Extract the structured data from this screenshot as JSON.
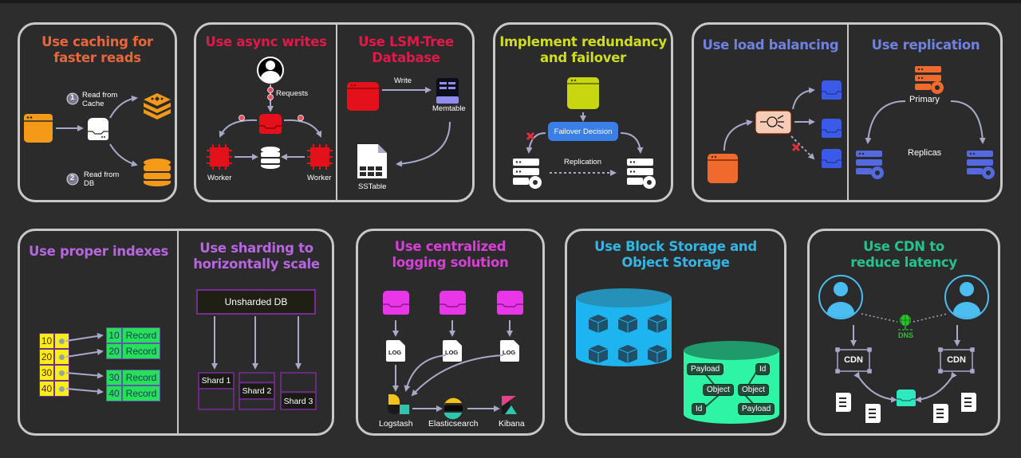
{
  "colors": {
    "background": "#2d2d2d",
    "panel_border": "#c8c8c8",
    "arrow": "#a8a8c8",
    "caching": "#e8673a",
    "async": "#e0194a",
    "redundancy": "#cfdc1f",
    "load_balancing": "#6f82e0",
    "indexes": "#b866e0",
    "logging": "#d640d6",
    "storage": "#33b5e5",
    "cdn": "#25c28f"
  },
  "panels": {
    "caching": {
      "title": "Use caching for faster reads",
      "title_line1": "Use caching for",
      "title_line2": "faster reads",
      "step1_number": "1",
      "step1_line1": "Read from",
      "step1_line2": "Cache",
      "step2_number": "2",
      "step2_line1": "Read from",
      "step2_line2": "DB"
    },
    "async_writes": {
      "title": "Use async writes",
      "requests_label": "Requests",
      "worker_left_label": "Worker",
      "worker_right_label": "Worker"
    },
    "lsm_tree": {
      "title_line1": "Use LSM-Tree",
      "title_line2": "Database",
      "write_label": "Write",
      "memtable_label": "Memtable",
      "sstable_label": "SSTable"
    },
    "redundancy": {
      "title_line1": "Implement redundancy",
      "title_line2": "and failover",
      "failover_label": "Failover Decision",
      "replication_label": "Replication"
    },
    "load_balancing": {
      "title": "Use load balancing"
    },
    "replication": {
      "title": "Use replication",
      "primary_label": "Primary",
      "replicas_label": "Replicas"
    },
    "indexes": {
      "title": "Use proper indexes",
      "index_keys": [
        "10",
        "20",
        "30",
        "40"
      ],
      "records": [
        {
          "key": "10",
          "value": "Record"
        },
        {
          "key": "20",
          "value": "Record"
        },
        {
          "key": "30",
          "value": "Record"
        },
        {
          "key": "40",
          "value": "Record"
        }
      ]
    },
    "sharding": {
      "title_line1": "Use sharding to",
      "title_line2": "horizontally scale",
      "unsharded_label": "Unsharded DB",
      "shards": [
        "Shard 1",
        "Shard 2",
        "Shard 3"
      ]
    },
    "logging": {
      "title_line1": "Use centralized",
      "title_line2": "logging solution",
      "log_label": "LOG",
      "logstash_label": "Logstash",
      "elasticsearch_label": "Elasticsearch",
      "kibana_label": "Kibana"
    },
    "storage": {
      "title_line1": "Use Block Storage and",
      "title_line2": "Object Storage",
      "object_tags": [
        "Payload",
        "Id",
        "Object",
        "Object",
        "Id",
        "Payload"
      ]
    },
    "cdn": {
      "title_line1": "Use CDN to",
      "title_line2": "reduce latency",
      "dns_label": "DNS",
      "cdn_left_label": "CDN",
      "cdn_right_label": "CDN"
    }
  }
}
